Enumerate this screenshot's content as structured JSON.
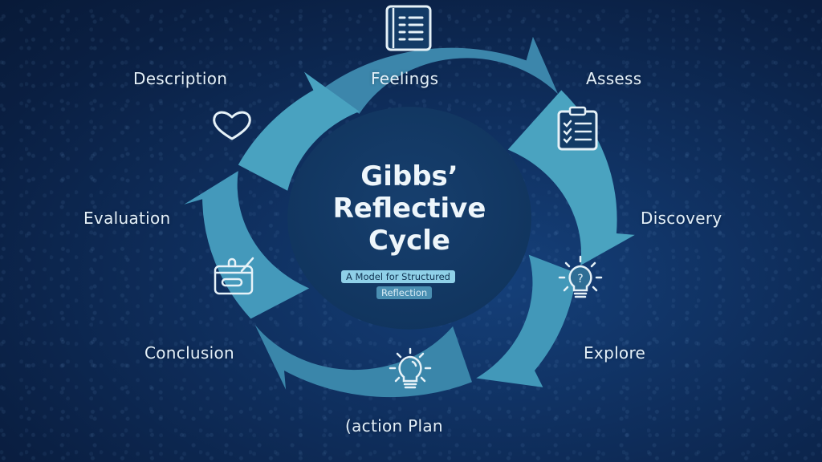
{
  "diagram": {
    "title_lines": [
      "Gibbs’",
      "Reflective",
      "Cycle"
    ],
    "subtitle_lines": [
      "A Model for Structured",
      "Reflection"
    ],
    "stages": [
      {
        "label": "Feelings",
        "icon": "notebook-icon"
      },
      {
        "label": "Assess",
        "icon": "clipboard-checklist-icon"
      },
      {
        "label": "Discovery",
        "icon": "lightbulb-question-icon"
      },
      {
        "label": "Explore",
        "icon": "none"
      },
      {
        "label": "(action Plan",
        "icon": "lightbulb-icon"
      },
      {
        "label": "Conclusion",
        "icon": "none"
      },
      {
        "label": "Evaluation",
        "icon": "briefcase-pen-icon"
      },
      {
        "label": "Description",
        "icon": "heart-icon"
      }
    ]
  },
  "colors": {
    "background": "#0f2f5e",
    "ring_light": "#4aa3c0",
    "ring_mid": "#3b86aa",
    "center": "#123a66",
    "text": "#e4f0f8",
    "badge_light": "#8fd0e8",
    "badge_dark": "#4a8fb2"
  }
}
